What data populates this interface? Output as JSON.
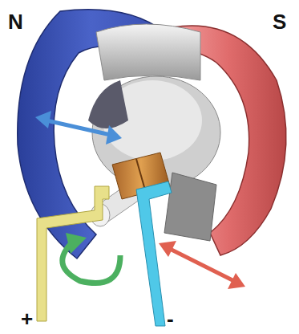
{
  "diagram": {
    "labels": [
      "N",
      "S",
      "+",
      "-"
    ]
  }
}
